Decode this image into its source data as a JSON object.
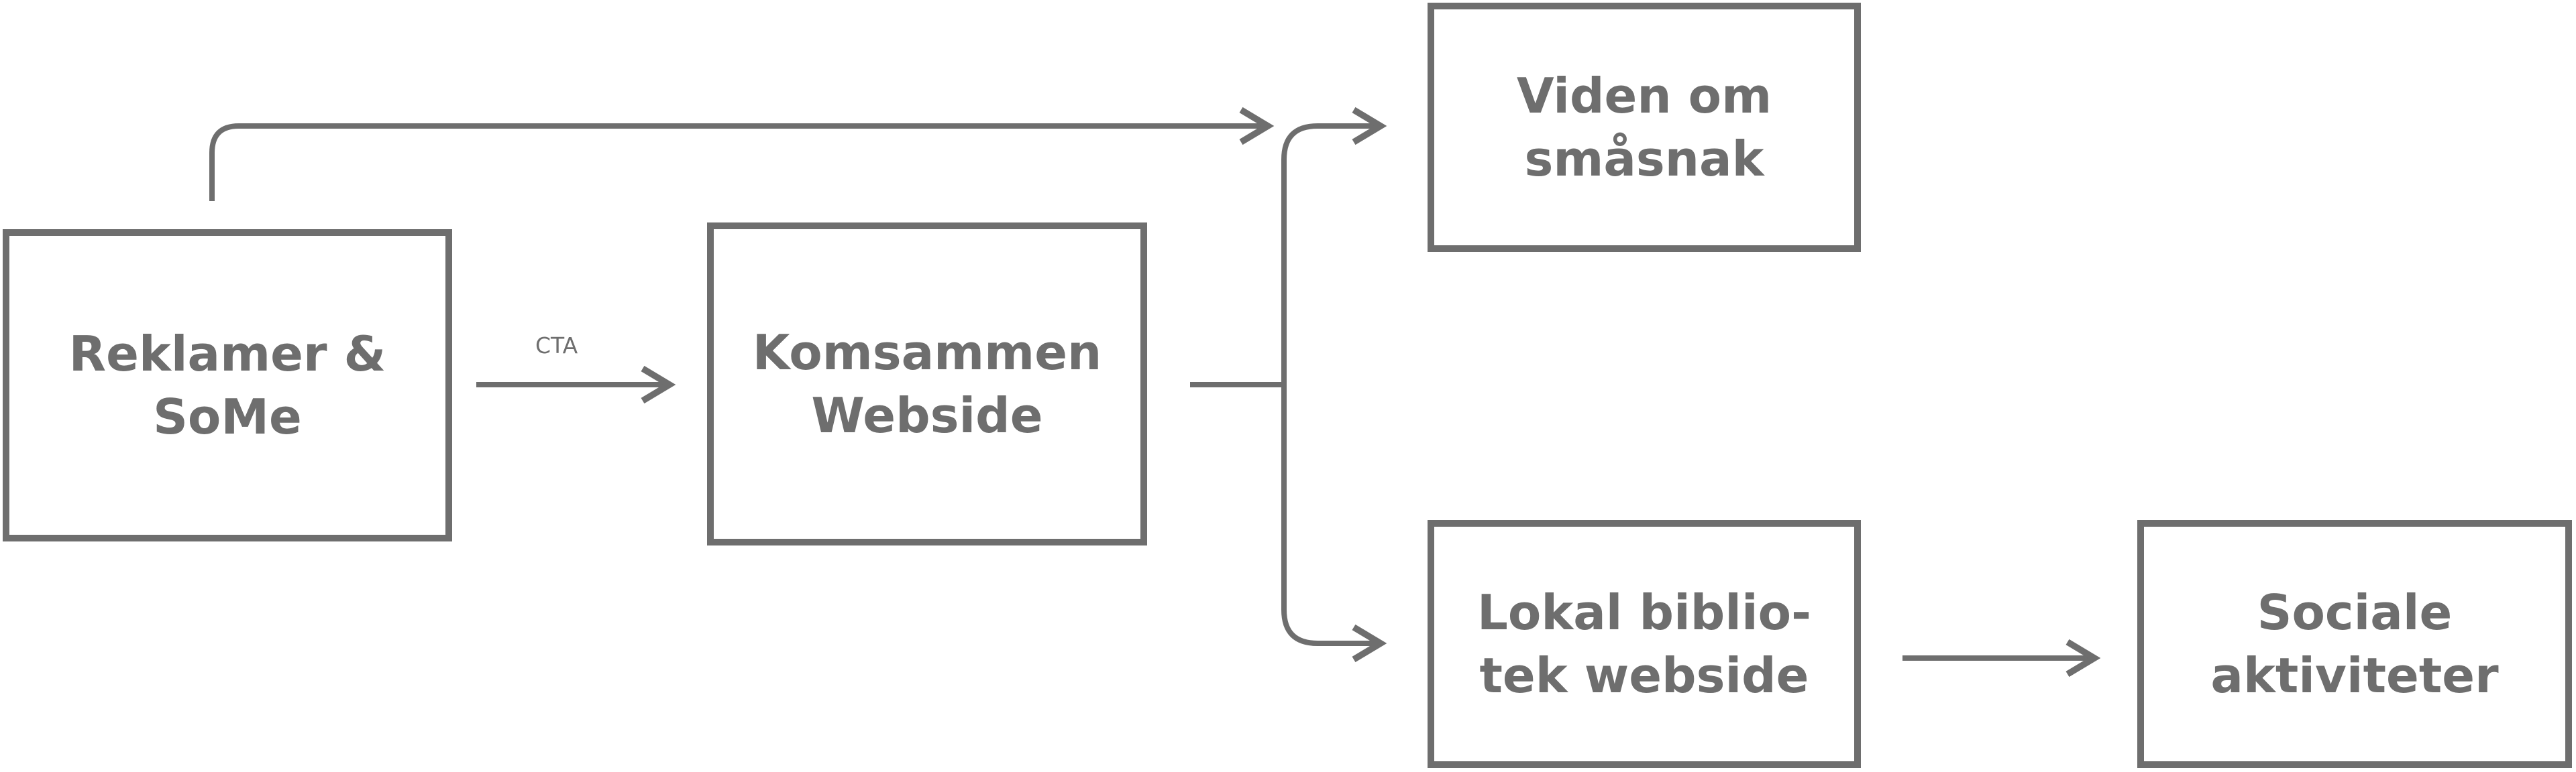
{
  "colors": {
    "stroke": "#6e6e6e",
    "text": "#6e6e6e",
    "background": "#ffffff"
  },
  "nodes": {
    "reklamer": "Reklamer &\nSoMe",
    "komsammen": "Komsammen\nWebside",
    "viden": "Viden om\nsmåsnak",
    "lokal": "Lokal biblio-\ntek webside",
    "sociale": "Sociale\naktiviteter"
  },
  "edges": {
    "cta_label": "CTA"
  }
}
